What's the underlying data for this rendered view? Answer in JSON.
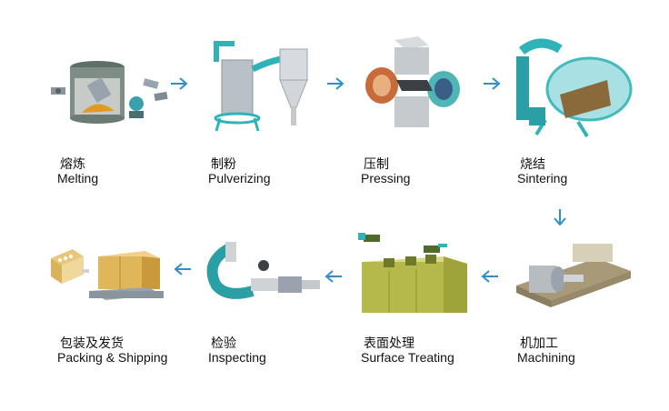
{
  "colors": {
    "arrow": "#2f8fc9",
    "teal": "#2fb3b8",
    "steel": "#9aa3ad",
    "copper": "#c86a3a",
    "olive": "#b5b84a",
    "box": "#e0b65a"
  },
  "steps": [
    {
      "zh": "熔炼",
      "en": "Melting",
      "icon": "furnace-icon"
    },
    {
      "zh": "制粉",
      "en": "Pulverizing",
      "icon": "cyclone-icon"
    },
    {
      "zh": "压制",
      "en": "Pressing",
      "icon": "press-icon"
    },
    {
      "zh": "烧结",
      "en": "Sintering",
      "icon": "kiln-icon"
    },
    {
      "zh": "机加工",
      "en": "Machining",
      "icon": "lathe-icon"
    },
    {
      "zh": "表面处理",
      "en": "Surface Treating",
      "icon": "tank-icon"
    },
    {
      "zh": "检验",
      "en": "Inspecting",
      "icon": "micrometer-icon"
    },
    {
      "zh": "包装及发货",
      "en": "Packing & Shipping",
      "icon": "pallet-icon"
    }
  ]
}
